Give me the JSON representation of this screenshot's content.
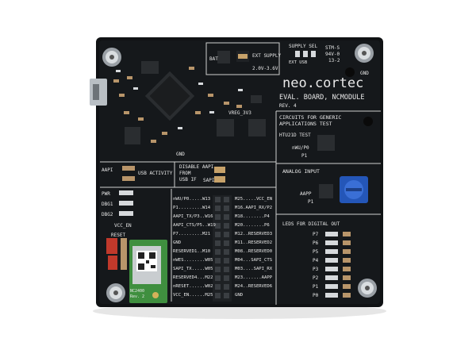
{
  "board": {
    "brand": "neo.cortec",
    "subtitle": "EVAL. BOARD, NCMODULE",
    "rev": "REV. 4",
    "gnd_top": "GND",
    "supply_sel": "SUPPLY SEL",
    "supply_ext_usb": "EXT  USB",
    "bat": "BAT",
    "ext_supply": "EXT SUPPLY",
    "ext_supply_range": "2.0V-3.6V",
    "stm_code": "STM-S",
    "cert_code": "94V-0",
    "date_code": "13-2",
    "vreg": "VREG_3V3",
    "gnd_mid": "GND",
    "circuits_title": "CIRCUITS FOR GENERIC\nAPPLICATIONS TEST",
    "htu_test": "HTU21D TEST",
    "nwu": "nWU/P0",
    "p1": "P1",
    "analog_input": "ANALOG INPUT",
    "aapp": "AAPP",
    "p1b": "P1",
    "aapi": "AAPI",
    "usb_activity": "USB ACTIVITY",
    "disable_aapi": "DISABLE AAPI\nFROM\nUSB IF",
    "sapi": "SAPI",
    "pwr": "PWR",
    "dbg1": "DBG1",
    "dbg2": "DBG2",
    "vcc_en": "VCC_EN",
    "reset": "RESET",
    "module_code": "NC2400",
    "module_rev": "Rev. 2",
    "leds_title": "LEDS FOR DIGITAL OUT",
    "left_pins": [
      "nWU/P0.....W13",
      "P1.........W14",
      "AAPI_TX/P3..W16",
      "AAPI_CTS/P5..W19",
      "P7.........M21",
      "GND",
      "RESERVED1..M10",
      "nWES........W05",
      "SAPI_TX.....W05",
      "RESERVED4...M22",
      "nRESET......W02",
      "VCC_EN......M25"
    ],
    "right_pins": [
      "M25.....VCC_EN",
      "M16.AAPI_RX/P2",
      "M18........P4",
      "M20........P6",
      "M12..RESERVED3",
      "M11..RESERVED2",
      "M08..RESERVED0",
      "M04...SAPI_CTS",
      "M03....SAPI_RX",
      "M23.......AAPP",
      "M24..RESERVED6",
      "GND"
    ],
    "led_labels": [
      "P7",
      "P6",
      "P5",
      "P4",
      "P3",
      "P2",
      "P1",
      "P0"
    ]
  }
}
